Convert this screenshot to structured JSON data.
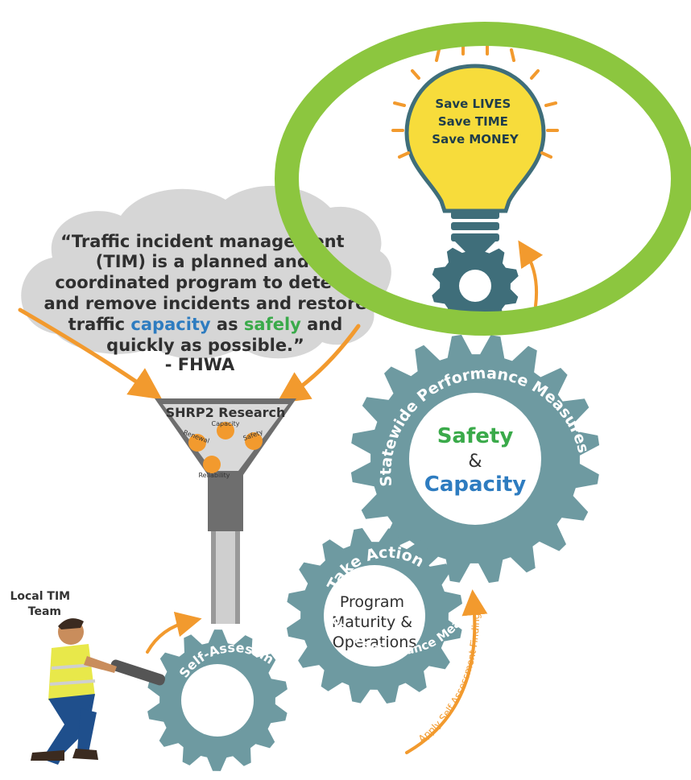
{
  "quote": {
    "lines": [
      "“Traffic incident management",
      "(TIM) is a planned and",
      "coordinated program to detect",
      "and remove incidents and restore"
    ],
    "line5_pre": "traffic ",
    "word_capacity": "capacity",
    "line5_mid": " as ",
    "word_safely": "safely",
    "line5_post": " and",
    "line6": "quickly as possible.”",
    "attribution": "- FHWA"
  },
  "funnel": {
    "title": "SHRP2 Research",
    "items": [
      "Capacity",
      "Renewal",
      "Safety",
      "Reliability"
    ]
  },
  "bulb": {
    "lines": [
      "Save LIVES",
      "Save TIME",
      "Save MONEY"
    ]
  },
  "statewide_gear": {
    "arc_label": "Statewide Performance Measures",
    "word_safety": "Safety",
    "ampersand": "&",
    "word_capacity": "Capacity"
  },
  "action_gear": {
    "arc_top": "Take Action",
    "lines": [
      "Program",
      "Maturity &",
      "Operations"
    ],
    "arc_bottom": "Local Performance Measures"
  },
  "assessment_gear": {
    "arc_label": "TIM Self-Assessment"
  },
  "person": {
    "lines": [
      "Local TIM",
      "Team"
    ]
  },
  "findings_arrow": {
    "label": "Apply Self Assessment Findings"
  },
  "colors": {
    "gear": "#6e9aa1",
    "gear_dark": "#3f6e7a",
    "orange": "#f29a2e",
    "cloud": "#d6d6d6",
    "bulb": "#f7dc3b",
    "highlight": "#8cc63f",
    "safety_green": "#3aaa4a",
    "capacity_blue": "#2e7cc0"
  },
  "icons": [
    "light-bulb-icon",
    "gear-icon",
    "funnel-icon",
    "worker-icon",
    "arrow-icon"
  ]
}
